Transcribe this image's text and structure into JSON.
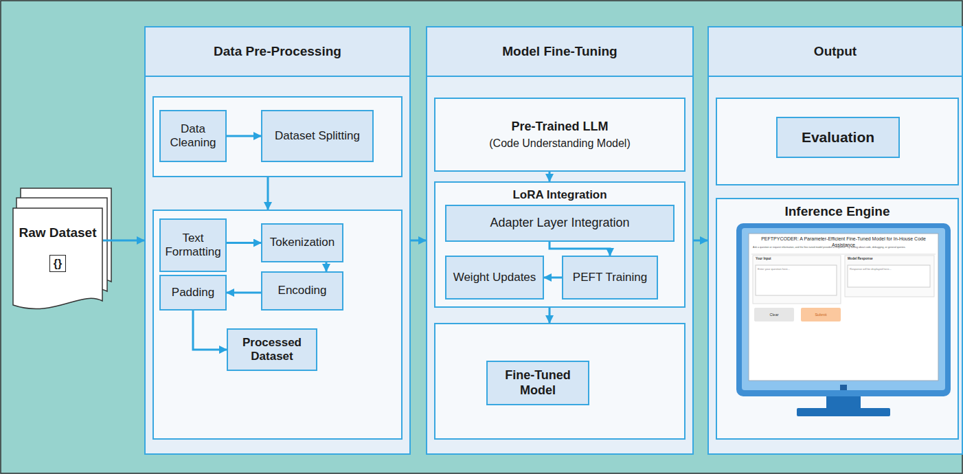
{
  "diagram": {
    "nodes": [
      {
        "text": [
          "Raw Dataset",
          "{}"
        ]
      },
      {
        "text": [
          "Data Pre-Processing"
        ]
      },
      {
        "text": [
          "Data Cleaning"
        ],
        "in": 1
      },
      {
        "text": [
          "Dataset Splitting"
        ],
        "in": 1
      },
      {
        "text": [
          "Text Formatting"
        ],
        "in": 1
      },
      {
        "text": [
          "Tokenization"
        ],
        "in": 1
      },
      {
        "text": [
          "Encoding"
        ],
        "in": 1
      },
      {
        "text": [
          "Padding"
        ],
        "in": 1
      },
      {
        "text": [
          "Processed Dataset"
        ],
        "in": 1
      },
      {
        "text": [
          "Model Fine-Tuning"
        ]
      },
      {
        "text": [
          "Pre-Trained LLM",
          "(Code Understanding Model)"
        ],
        "in": 9
      },
      {
        "text": [
          "LoRA Integration"
        ],
        "in": 9
      },
      {
        "text": [
          "Adapter Layer Integration"
        ],
        "in": 11
      },
      {
        "text": [
          "Weight Updates"
        ],
        "in": 11
      },
      {
        "text": [
          "PEFT Training"
        ],
        "in": 11
      },
      {
        "text": [
          "Fine-Tuned Model"
        ],
        "in": 9
      },
      {
        "text": [
          "Output"
        ]
      },
      {
        "text": [
          "Evaluation"
        ],
        "in": 16
      },
      {
        "text": [
          "Inference Engine"
        ],
        "in": 16
      }
    ],
    "edges": [
      {
        "from": 0,
        "to": 1,
        "arrow": "to"
      },
      {
        "from": 2,
        "to": 3,
        "arrow": "to"
      },
      {
        "from": 4,
        "to": 5,
        "arrow": "to"
      },
      {
        "from": 5,
        "to": 6,
        "arrow": "to"
      },
      {
        "from": 6,
        "to": 7,
        "arrow": "to"
      },
      {
        "from": 7,
        "to": 8,
        "arrow": "to"
      },
      {
        "from": 1,
        "to": 9,
        "arrow": "to"
      },
      {
        "from": 10,
        "to": 11,
        "arrow": "to"
      },
      {
        "from": 12,
        "to": 14,
        "arrow": "to"
      },
      {
        "from": 14,
        "to": 13,
        "arrow": "to"
      },
      {
        "from": 11,
        "to": 15,
        "arrow": "to"
      },
      {
        "from": 9,
        "to": 16,
        "arrow": "to"
      }
    ],
    "labels": [
      "PEFTPYCODER: A Parameter-Efficient Fine-Tuned Model for In-House Code Assistance",
      "Ask a question or request information, and the fine-tuned model provides a response. Try asking about code, debugging, or general queries.",
      "Your Input",
      "Enter your question here...",
      "Model Response",
      "Response will be displayed here...",
      "Clear",
      "Submit"
    ]
  }
}
